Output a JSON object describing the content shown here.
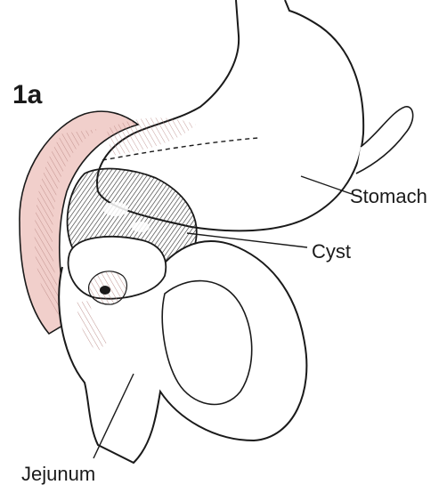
{
  "figure": {
    "label": "1a"
  },
  "labels": {
    "stomach": "Stomach",
    "cyst": "Cyst",
    "jejunum": "Jejunum"
  },
  "colors": {
    "outline": "#1a1a1a",
    "tissue_pink": "#e9b7b2",
    "cyst_dark": "#3a3a3a",
    "background": "#ffffff"
  }
}
